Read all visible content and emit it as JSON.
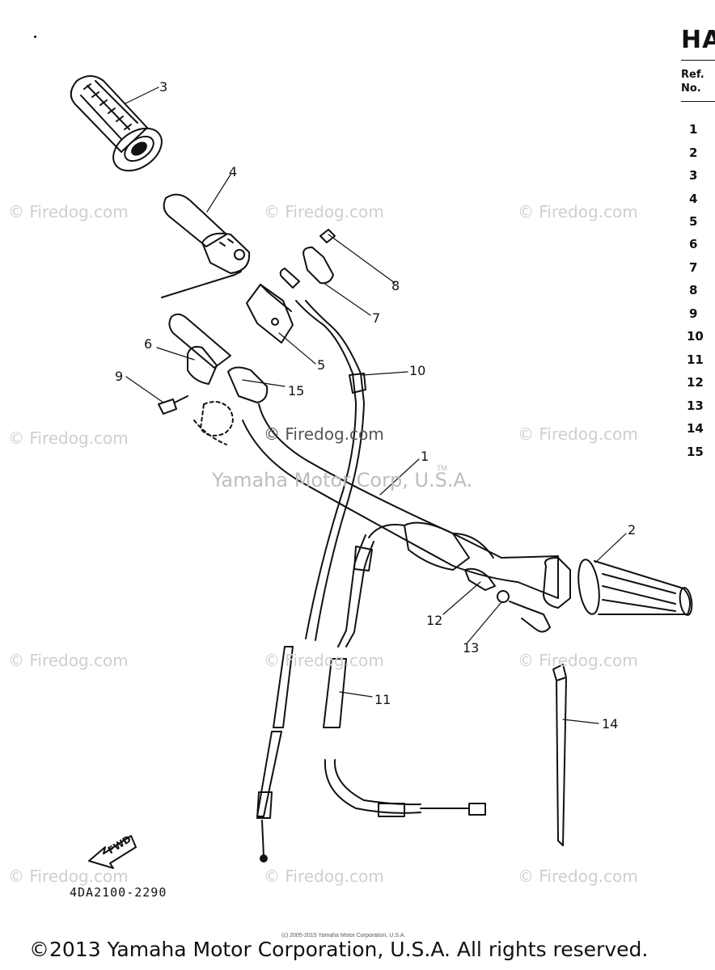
{
  "page_title": "HA",
  "ref_header": {
    "line1": "Ref.",
    "line2": "No."
  },
  "ref_numbers": [
    "1",
    "2",
    "3",
    "4",
    "5",
    "6",
    "7",
    "8",
    "9",
    "10",
    "11",
    "12",
    "13",
    "14",
    "15"
  ],
  "callouts": [
    "1",
    "2",
    "3",
    "4",
    "5",
    "6",
    "7",
    "8",
    "9",
    "10",
    "11",
    "12",
    "13",
    "14",
    "15"
  ],
  "watermark": {
    "text": "© Firedog.com",
    "corp": "Yamaha Motor Corp, U.S.A.",
    "tm": "TM"
  },
  "fwd_label": "FWD",
  "part_code": "4DA2100-2290",
  "small_copyright": "(c) 2005-2015 Yamaha Motor Corporation, U.S.A.",
  "copyright": "©2013 Yamaha Motor Corporation, U.S.A. All rights reserved.",
  "colors": {
    "ink": "#111111",
    "watermark": "#cfcfcf",
    "background": "#ffffff"
  }
}
